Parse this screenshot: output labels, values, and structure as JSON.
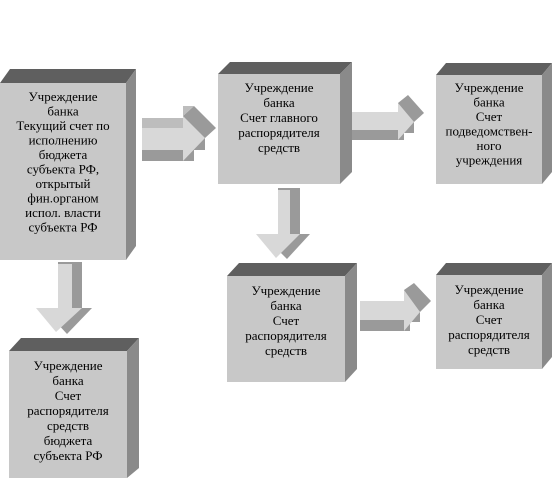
{
  "boxes": {
    "treasury_account": [
      "Учреждение",
      "банка",
      "Текущий счет по",
      "исполнению",
      "бюджета",
      "субъекта РФ,",
      "открытый",
      "фин.органом",
      "испол. власти",
      "субъекта РФ"
    ],
    "main_manager_account": [
      "Учреждение",
      "банка",
      "Счет главного",
      "распорядителя",
      "средств"
    ],
    "subordinate_account": [
      "Учреждение",
      "банка",
      "Счет",
      "подведомствен-",
      "ного",
      "учреждения"
    ],
    "manager_account_mid": [
      "Учреждение",
      "банка",
      "Счет",
      "распорядителя",
      "средств"
    ],
    "manager_account_right": [
      "Учреждение",
      "банка",
      "Счет",
      "распорядителя",
      "средств"
    ],
    "budget_manager_account": [
      "Учреждение",
      "банка",
      "Счет",
      "распорядителя",
      "средств",
      "бюджета",
      "субъекта РФ"
    ]
  },
  "colors": {
    "front": "#c8c8c8",
    "top": "#5f5f5f",
    "side": "#8a8a8a",
    "arrow_face": "#d8d8d8",
    "arrow_edge": "#9a9a9a"
  }
}
